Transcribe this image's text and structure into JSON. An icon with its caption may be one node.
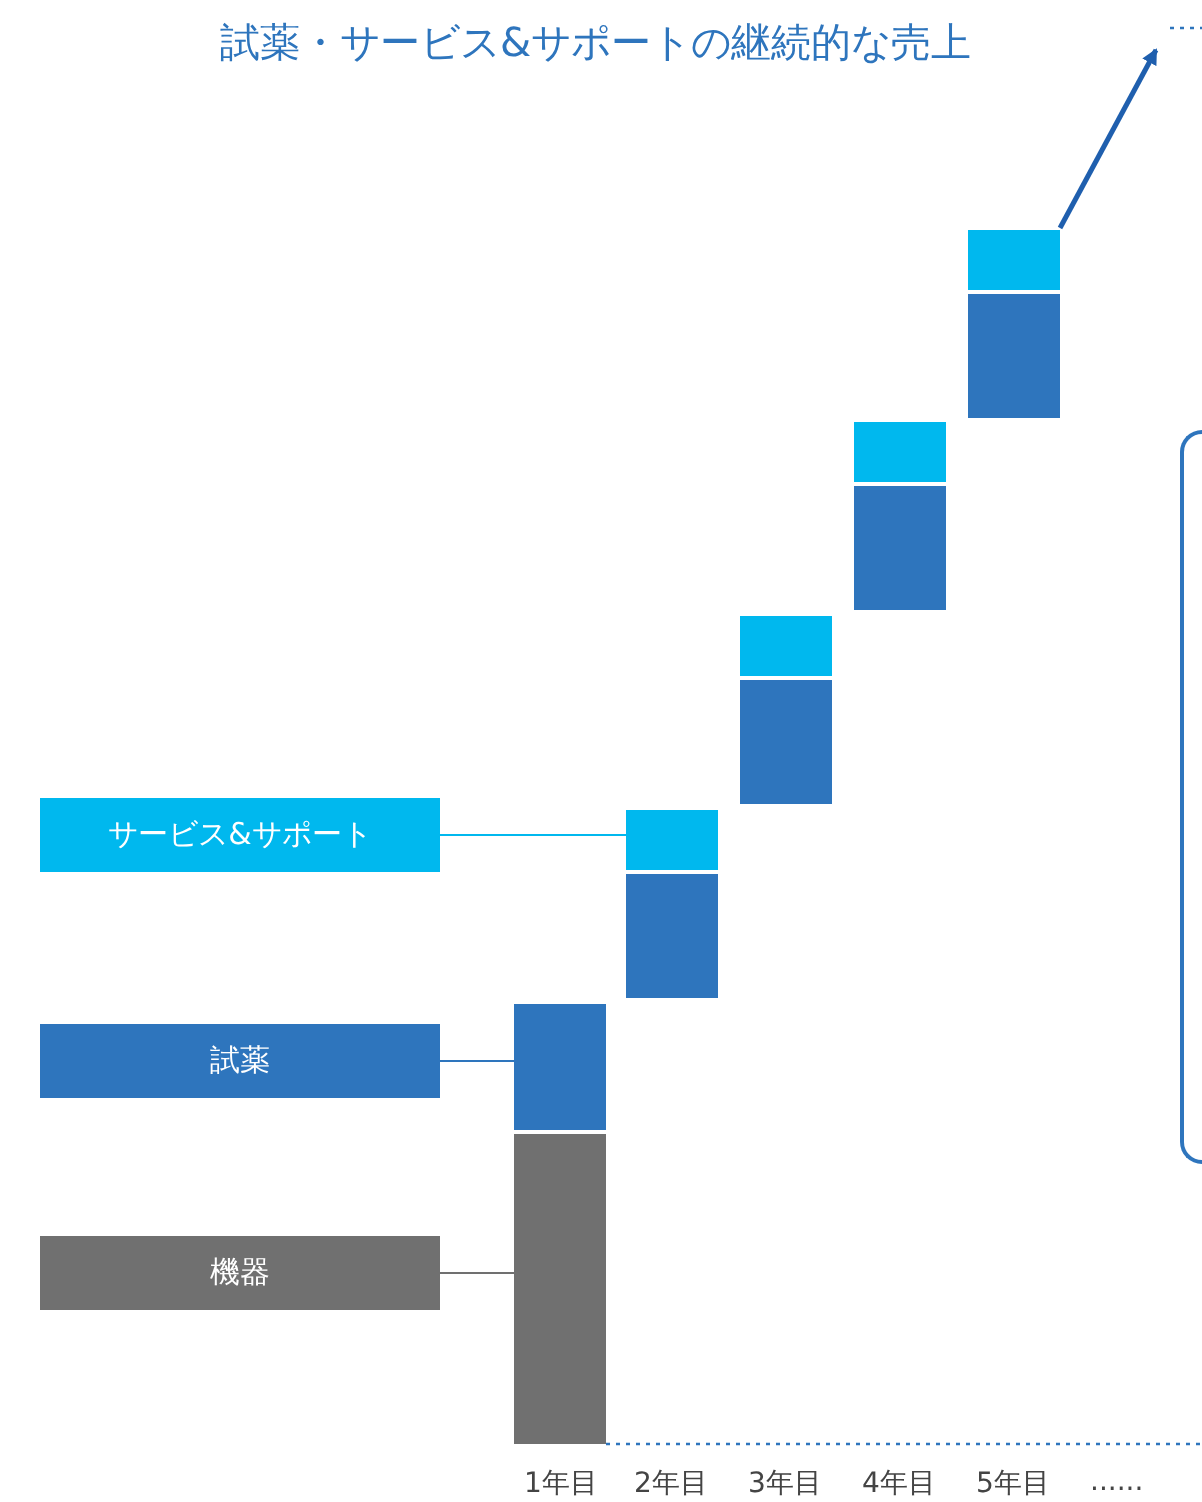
{
  "diagram": {
    "nodes": [
      {
        "text": [
          "サービス&サポート"
        ]
      },
      {
        "text": [
          "試薬"
        ]
      },
      {
        "text": [
          "機器"
        ]
      },
      {
        "text": [],
        "shape": "bar"
      },
      {
        "text": [],
        "shape": "bar"
      },
      {
        "text": [],
        "shape": "bar"
      },
      {
        "text": [],
        "shape": "bar"
      },
      {
        "text": [],
        "shape": "bar"
      },
      {
        "text": [],
        "shape": "bar"
      },
      {
        "text": [],
        "shape": "bar"
      },
      {
        "text": [],
        "shape": "bar"
      },
      {
        "text": [],
        "shape": "bar"
      },
      {
        "text": [],
        "shape": "bar"
      },
      {
        "text": [],
        "shape": "box"
      }
    ],
    "edges": [
      {
        "from": 0,
        "to": 6,
        "arrow": "none",
        "color": "#00b8ee"
      },
      {
        "from": 1,
        "to": 4,
        "arrow": "none",
        "color": "#2e75bd"
      },
      {
        "from": 2,
        "to": 3,
        "arrow": "none",
        "color": "#707070"
      },
      {
        "from": 12,
        "to": null,
        "arrow": "to",
        "style": "thick",
        "color": "#1f5fae"
      }
    ],
    "labels": [
      "試薬・サービス&サポートの継続的な売上",
      "1年目",
      "2年目",
      "3年目",
      "4年目",
      "5年目",
      "......"
    ]
  }
}
